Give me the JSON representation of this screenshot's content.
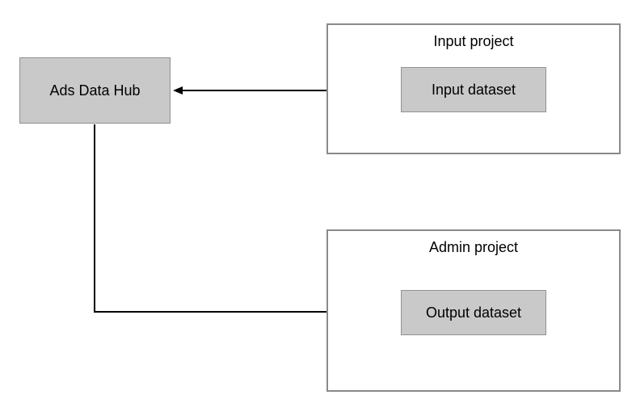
{
  "diagram": {
    "title": "Ads Data Hub data flow diagram",
    "nodes": {
      "ads_data_hub": {
        "label": "Ads Data Hub",
        "shape": "rect",
        "fill": "gray"
      },
      "input_project": {
        "label": "Input project",
        "shape": "container",
        "fill": "white"
      },
      "input_dataset": {
        "label": "Input dataset",
        "shape": "rect",
        "fill": "gray",
        "parent": "Input project"
      },
      "admin_project": {
        "label": "Admin project",
        "shape": "container",
        "fill": "white"
      },
      "output_dataset": {
        "label": "Output dataset",
        "shape": "rect",
        "fill": "gray",
        "parent": "Admin project"
      }
    },
    "edges": [
      {
        "from": "input_dataset",
        "to": "ads_data_hub",
        "style": "straight-arrow",
        "direction": "left"
      },
      {
        "from": "ads_data_hub",
        "to": "output_dataset",
        "style": "elbow-arrow",
        "direction": "down-then-right"
      }
    ],
    "colors": {
      "node_fill": "#c9c9c9",
      "node_border": "#919191",
      "container_border": "#8a8a8a",
      "arrow": "#000000",
      "background": "#ffffff"
    }
  }
}
